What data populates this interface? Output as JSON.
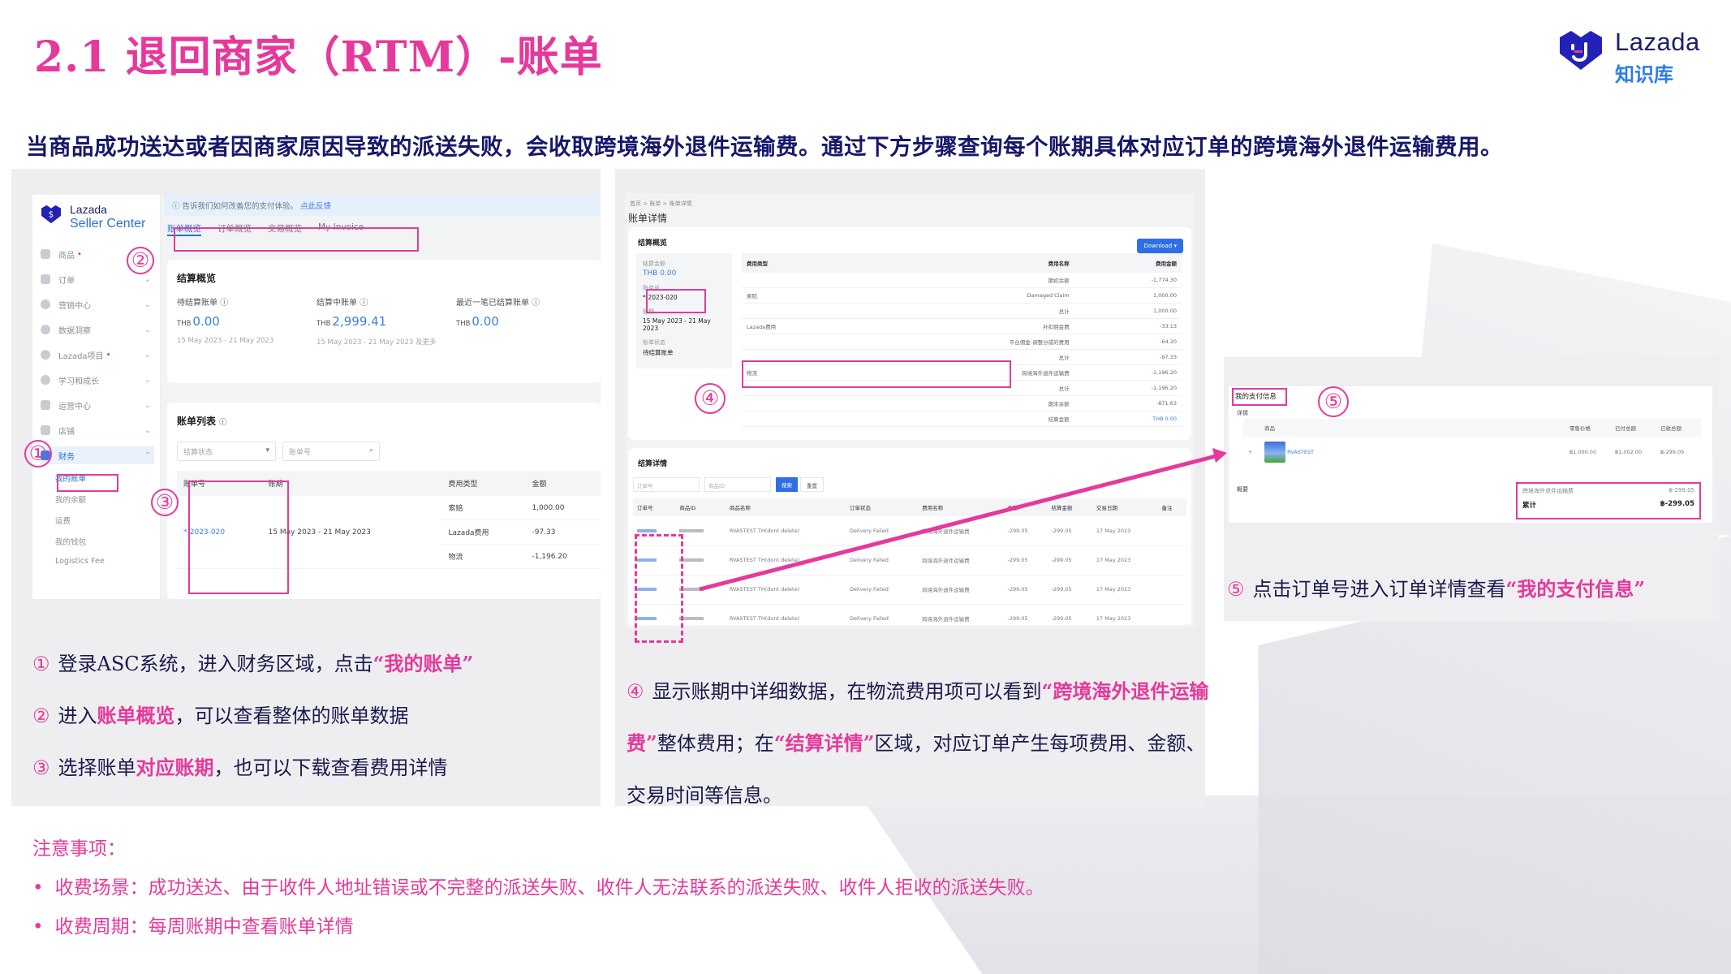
{
  "slide": {
    "title": "2.1 退回商家（RTM）-账单",
    "intro": "当商品成功送达或者因商家原因导致的派送失败，会收取跨境海外退件运输费。通过下方步骤查询每个账期具体对应订单的跨境海外退件运输费用。"
  },
  "logo": {
    "brand": "Lazada",
    "subtitle": "知识库"
  },
  "shot1": {
    "sidebar": {
      "logo_line1": "Lazada",
      "logo_line2": "Seller Center",
      "items": [
        {
          "label": "商品",
          "dot": true
        },
        {
          "label": "订单"
        },
        {
          "label": "营销中心"
        },
        {
          "label": "数据洞察"
        },
        {
          "label": "Lazada项目",
          "dot": true
        },
        {
          "label": "学习和成长"
        },
        {
          "label": "运营中心"
        },
        {
          "label": "店铺"
        },
        {
          "label": "财务",
          "expanded": true
        }
      ],
      "sub_items": [
        "我的账单",
        "我的余额",
        "运费",
        "我的钱包",
        "Logistics Fee"
      ]
    },
    "notice": {
      "text": "告诉我们如何改善您的支付体验。",
      "link": "点此反馈"
    },
    "tabs": [
      "账单概览",
      "订单概览",
      "交易概览",
      "My Invoice"
    ],
    "summary": {
      "title": "结算概览",
      "stats": [
        {
          "label": "待结算账单",
          "currency": "THB",
          "value": "0.00",
          "period": "15 May 2023 - 21 May 2023"
        },
        {
          "label": "结算中账单",
          "currency": "THB",
          "value": "2,999.41",
          "period": "15 May 2023 - 21 May 2023 及更多"
        },
        {
          "label": "最近一笔已结算账单",
          "currency": "THB",
          "value": "0.00",
          "period": ""
        }
      ]
    },
    "list": {
      "title": "账单列表",
      "status_placeholder": "结算状态",
      "search_placeholder": "账单号",
      "columns": [
        "账单号",
        "账期",
        "费用类型",
        "金额"
      ],
      "bill_no": "*-2023-020",
      "period": "15 May 2023 - 21 May 2023",
      "fees": [
        {
          "type": "索赔",
          "amount": "1,000.00"
        },
        {
          "type": "Lazada费用",
          "amount": "-97.33"
        },
        {
          "type": "物流",
          "amount": "-1,196.20"
        }
      ]
    }
  },
  "shot2": {
    "breadcrumb": "首页 > 账单 > 账单详情",
    "page_title": "账单详情",
    "overview": {
      "title": "结算概览",
      "download": "Download ▾",
      "left": [
        {
          "label": "结算金额",
          "value": "THB 0.00"
        },
        {
          "label": "账单号",
          "value": "*-2023-020"
        },
        {
          "label": "账期",
          "value": "15 May 2023 - 21 May 2023"
        },
        {
          "label": "账单状态",
          "value": "待结算账单"
        }
      ],
      "columns": [
        "费用类型",
        "费用名称",
        "费用金额"
      ],
      "rows": [
        {
          "type": "",
          "name": "期初余额",
          "amount": "-1,774.30"
        },
        {
          "type": "索赔",
          "name": "Damaged Claim",
          "amount": "1,000.00"
        },
        {
          "type": "",
          "name": "总计",
          "amount": "1,000.00"
        },
        {
          "type": "Lazada费用",
          "name": "补扣佣金费",
          "amount": "-33.13"
        },
        {
          "type": "",
          "name": "平台佣金-调整分成的费用",
          "amount": "-64.20"
        },
        {
          "type": "",
          "name": "总计",
          "amount": "-97.33"
        },
        {
          "type": "物流",
          "name": "跨境海外退件运输费",
          "amount": "-1,196.20"
        },
        {
          "type": "",
          "name": "总计",
          "amount": "-1,196.20"
        },
        {
          "type": "",
          "name": "期末余额",
          "amount": "-871.63"
        },
        {
          "type": "",
          "name": "结算金额",
          "amount": "THB 0.00"
        }
      ]
    },
    "details": {
      "title": "结算详情",
      "order_placeholder": "订单号",
      "product_placeholder": "商品ID",
      "search": "搜索",
      "reset": "重置",
      "columns": [
        "订单号",
        "商品ID",
        "商品名称",
        "订单状态",
        "费用名称",
        "金额",
        "结算金额",
        "交易日期",
        "备注"
      ],
      "rows": [
        {
          "name": "RVASTEST TH(dont delete)",
          "status": "Delivery Failed",
          "fee": "跨境海外退件运输费",
          "amount": "-299.05",
          "settled": "-299.05",
          "date": "17 May 2023"
        },
        {
          "name": "RVASTEST TH(dont delete)",
          "status": "Delivery Failed",
          "fee": "跨境海外退件运输费",
          "amount": "-299.05",
          "settled": "-299.05",
          "date": "17 May 2023"
        },
        {
          "name": "RVASTEST TH(dont delete)",
          "status": "Delivery Failed",
          "fee": "跨境海外退件运输费",
          "amount": "-299.05",
          "settled": "-299.05",
          "date": "17 May 2023"
        },
        {
          "name": "RVASTEST TH(dont delete)",
          "status": "Delivery Failed",
          "fee": "跨境海外退件运输费",
          "amount": "-299.05",
          "settled": "-299.05",
          "date": "17 May 2023"
        }
      ]
    }
  },
  "shot3": {
    "title": "我的支付信息",
    "detail_label": "详情",
    "columns": [
      "商品",
      "零售价格",
      "已付总额",
      "已收总额"
    ],
    "product_name": "RVASTEST",
    "retail": "฿1,000.00",
    "paid": "฿1,002.00",
    "received": "฿-299.05",
    "summary_label": "概要",
    "fee_label": "跨境海外退件运输费",
    "fee_value": "฿-299.05",
    "total_label": "累计",
    "total_value": "฿-299.05"
  },
  "markers": [
    "①",
    "②",
    "③",
    "④",
    "⑤"
  ],
  "steps": {
    "s1": {
      "num": "①",
      "pre": "登录ASC系统，进入财务区域，点击",
      "em": "“我的账单”"
    },
    "s2": {
      "num": "②",
      "pre": "进入",
      "em": "账单概览",
      "post": "，可以查看整体的账单数据"
    },
    "s3": {
      "num": "③",
      "pre": "选择账单",
      "em": "对应账期",
      "post": "，也可以下载查看费用详情"
    },
    "s4": {
      "num": "④",
      "pre": "显示账期中详细数据，在物流费用项可以看到",
      "em1": "“跨境海外退件运输费”",
      "mid": "整体费用；在",
      "em2": "“结算详情”",
      "post": "区域，对应订单产生每项费用、金额、交易时间等信息。"
    },
    "s5": {
      "num": "⑤",
      "pre": "点击订单号进入订单详情查看",
      "em": "“我的支付信息”"
    }
  },
  "notes": {
    "title": "注意事项：",
    "items": [
      "收费场景：成功送达、由于收件人地址错误或不完整的派送失败、收件人无法联系的派送失败、收件人拒收的派送失败。",
      "收费周期：每周账期中查看账单详情"
    ]
  },
  "colors": {
    "accent": "#e6399b",
    "text": "#1a1a4e",
    "link": "#3d7de3",
    "brand": "#2a2aa6"
  }
}
